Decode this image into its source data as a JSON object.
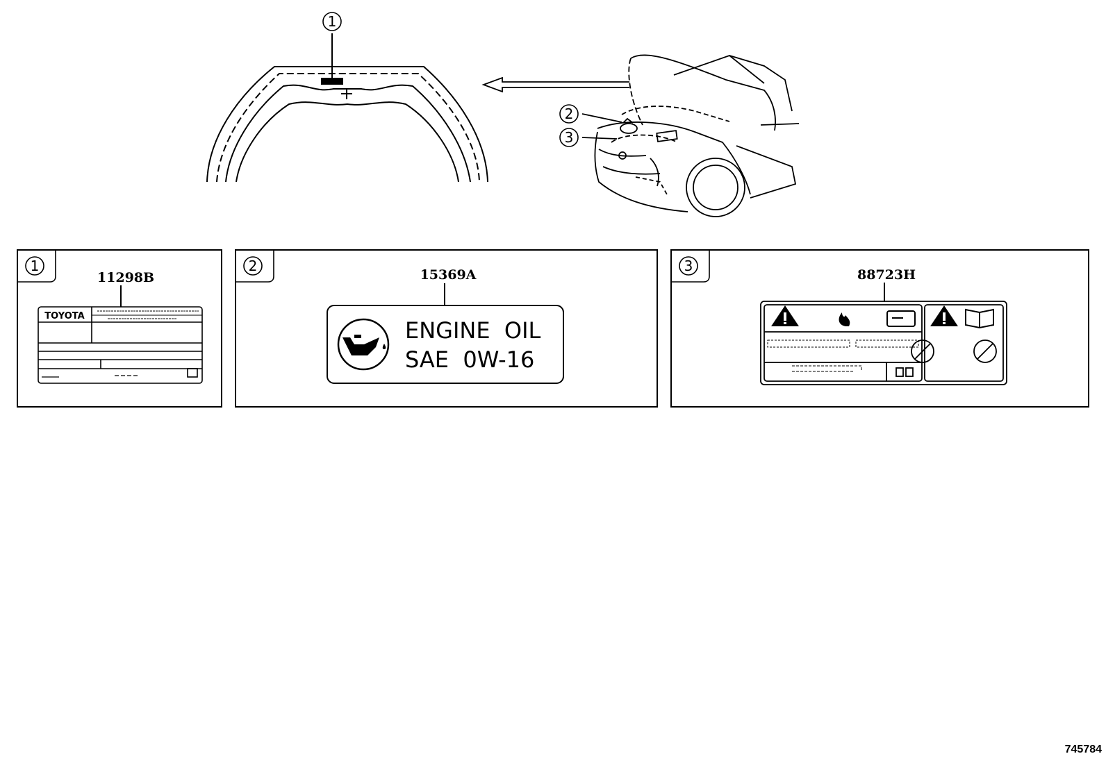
{
  "callouts": {
    "c1": "1",
    "c2": "2",
    "c3": "3"
  },
  "panels": [
    {
      "callout": "1",
      "part_number": "11298B"
    },
    {
      "callout": "2",
      "part_number": "15369A"
    },
    {
      "callout": "3",
      "part_number": "88723H"
    }
  ],
  "label1": {
    "brand": "TOYOTA"
  },
  "label2": {
    "line1": "ENGINE  OIL",
    "line2": "SAE  0W-16"
  },
  "drawing_id": "745784"
}
